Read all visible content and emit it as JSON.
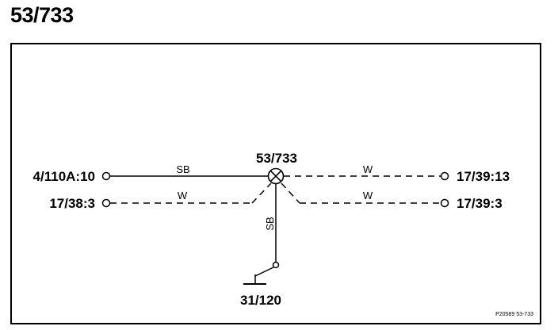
{
  "title": "53/733",
  "component": {
    "label": "53/733"
  },
  "connectors": {
    "left_top": "4/110A:10",
    "left_bottom": "17/38:3",
    "right_top": "17/39:13",
    "right_bottom": "17/39:3",
    "ground": "31/120"
  },
  "wires": {
    "left_top_color": "SB",
    "left_bottom_color": "W",
    "right_top_color": "W",
    "right_bottom_color": "W",
    "vertical_color": "SB"
  },
  "footer": {
    "reference": "P20589  53-733"
  }
}
